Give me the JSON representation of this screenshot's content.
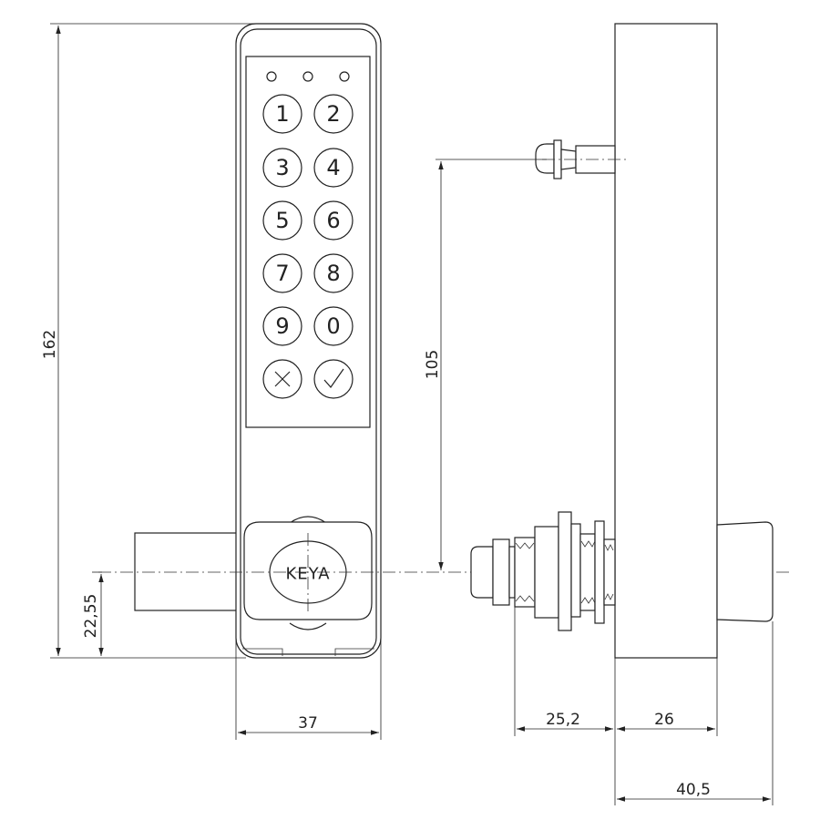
{
  "keypad": {
    "keys": [
      "1",
      "2",
      "3",
      "4",
      "5",
      "6",
      "7",
      "8",
      "9",
      "0"
    ],
    "cancel_icon": "cancel-cross-icon",
    "confirm_icon": "confirm-check-icon",
    "led_count": 3
  },
  "brand": "KEYA",
  "dimensions": {
    "overall_height": "162",
    "front_width": "37",
    "knob_offset": "22,55",
    "mount_spacing": "105",
    "thread_length": "25,2",
    "body_depth": "26",
    "overall_depth": "40,5"
  }
}
